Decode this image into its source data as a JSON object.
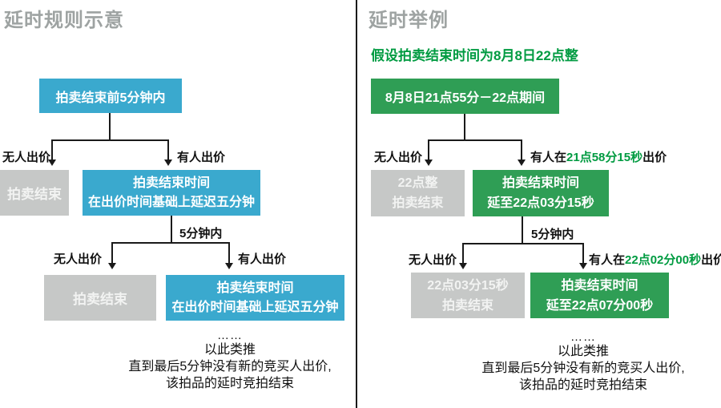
{
  "colors": {
    "blue": "#3AA9CE",
    "green": "#2F9E55",
    "green_text": "#009B41",
    "gray_box": "#C6C8C7",
    "title_gray": "#9EA3A2",
    "line": "#1A1A1A"
  },
  "left": {
    "title": "延时规则示意",
    "root_box": "拍卖结束前5分钟内",
    "split1": {
      "no_bid_label": "无人出价",
      "bid_label": "有人出价",
      "no_bid_box": "拍卖结束",
      "bid_box_line1": "拍卖结束时间",
      "bid_box_line2": "在出价时间基础上延迟五分钟"
    },
    "interval_label": "5分钟内",
    "split2": {
      "no_bid_label": "无人出价",
      "bid_label": "有人出价",
      "no_bid_box": "拍卖结束",
      "bid_box_line1": "拍卖结束时间",
      "bid_box_line2": "在出价时间基础上延迟五分钟"
    },
    "footer": {
      "dots": "……",
      "line1": "以此类推",
      "line2": "直到最后5分钟没有新的竞买人出价,",
      "line3": "该拍品的延时竞拍结束"
    }
  },
  "right": {
    "title": "延时举例",
    "subtitle": "假设拍卖结束时间为8月8日22点整",
    "root_box": "8月8日21点55分－22点期间",
    "split1": {
      "no_bid_label": "无人出价",
      "bid_prefix": "有人在",
      "bid_time": "21点58分15秒",
      "bid_suffix": "出价",
      "no_bid_box_line1": "22点整",
      "no_bid_box_line2": "拍卖结束",
      "bid_box_line1": "拍卖结束时间",
      "bid_box_line2": "延至22点03分15秒"
    },
    "interval_label": "5分钟内",
    "split2": {
      "no_bid_label": "无人出价",
      "bid_prefix": "有人在",
      "bid_time": "22点02分00秒",
      "bid_suffix": "出价",
      "no_bid_box_line1": "22点03分15秒",
      "no_bid_box_line2": "拍卖结束",
      "bid_box_line1": "拍卖结束时间",
      "bid_box_line2": "延至22点07分00秒"
    },
    "footer": {
      "dots": "……",
      "line1": "以此类推",
      "line2": "直到最后5分钟没有新的竞买人出价,",
      "line3": "该拍品的延时竞拍结束"
    }
  }
}
